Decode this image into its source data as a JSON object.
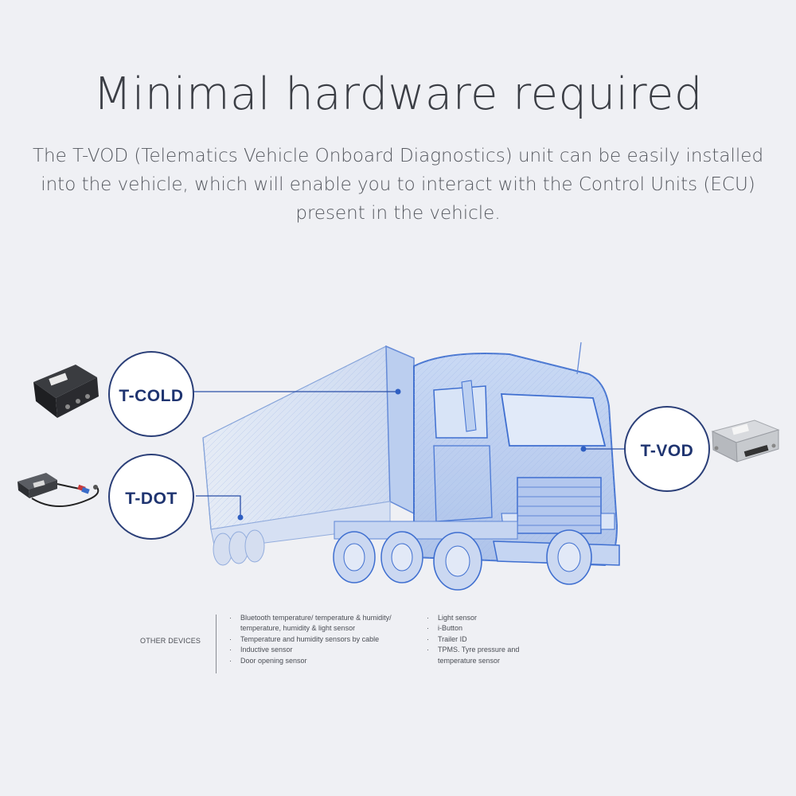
{
  "header": {
    "title": "Minimal hardware required",
    "description": "The T-VOD (Telematics Vehicle Onboard Diagnostics) unit can be easily installed into the vehicle, which will enable you to interact with the Control Units (ECU) present in the vehicle."
  },
  "badges": {
    "tcold": "T-COLD",
    "tdot": "T-DOT",
    "tvod": "T-VOD"
  },
  "other_devices": {
    "label": "OTHER DEVICES",
    "left_items": [
      "Bluetooth temperature/ temperature & humidity/ temperature, humidity & light sensor",
      "Temperature and humidity sensors by cable",
      "Inductive sensor",
      "Door opening sensor"
    ],
    "right_items": [
      "Light sensor",
      "i-Button",
      "Trailer ID",
      "TPMS. Tyre pressure and temperature sensor"
    ]
  },
  "colors": {
    "background": "#eff0f4",
    "brand": "#1f3470",
    "truck_wire": "#3f6fd0",
    "accent_red": "#d23a2a"
  }
}
